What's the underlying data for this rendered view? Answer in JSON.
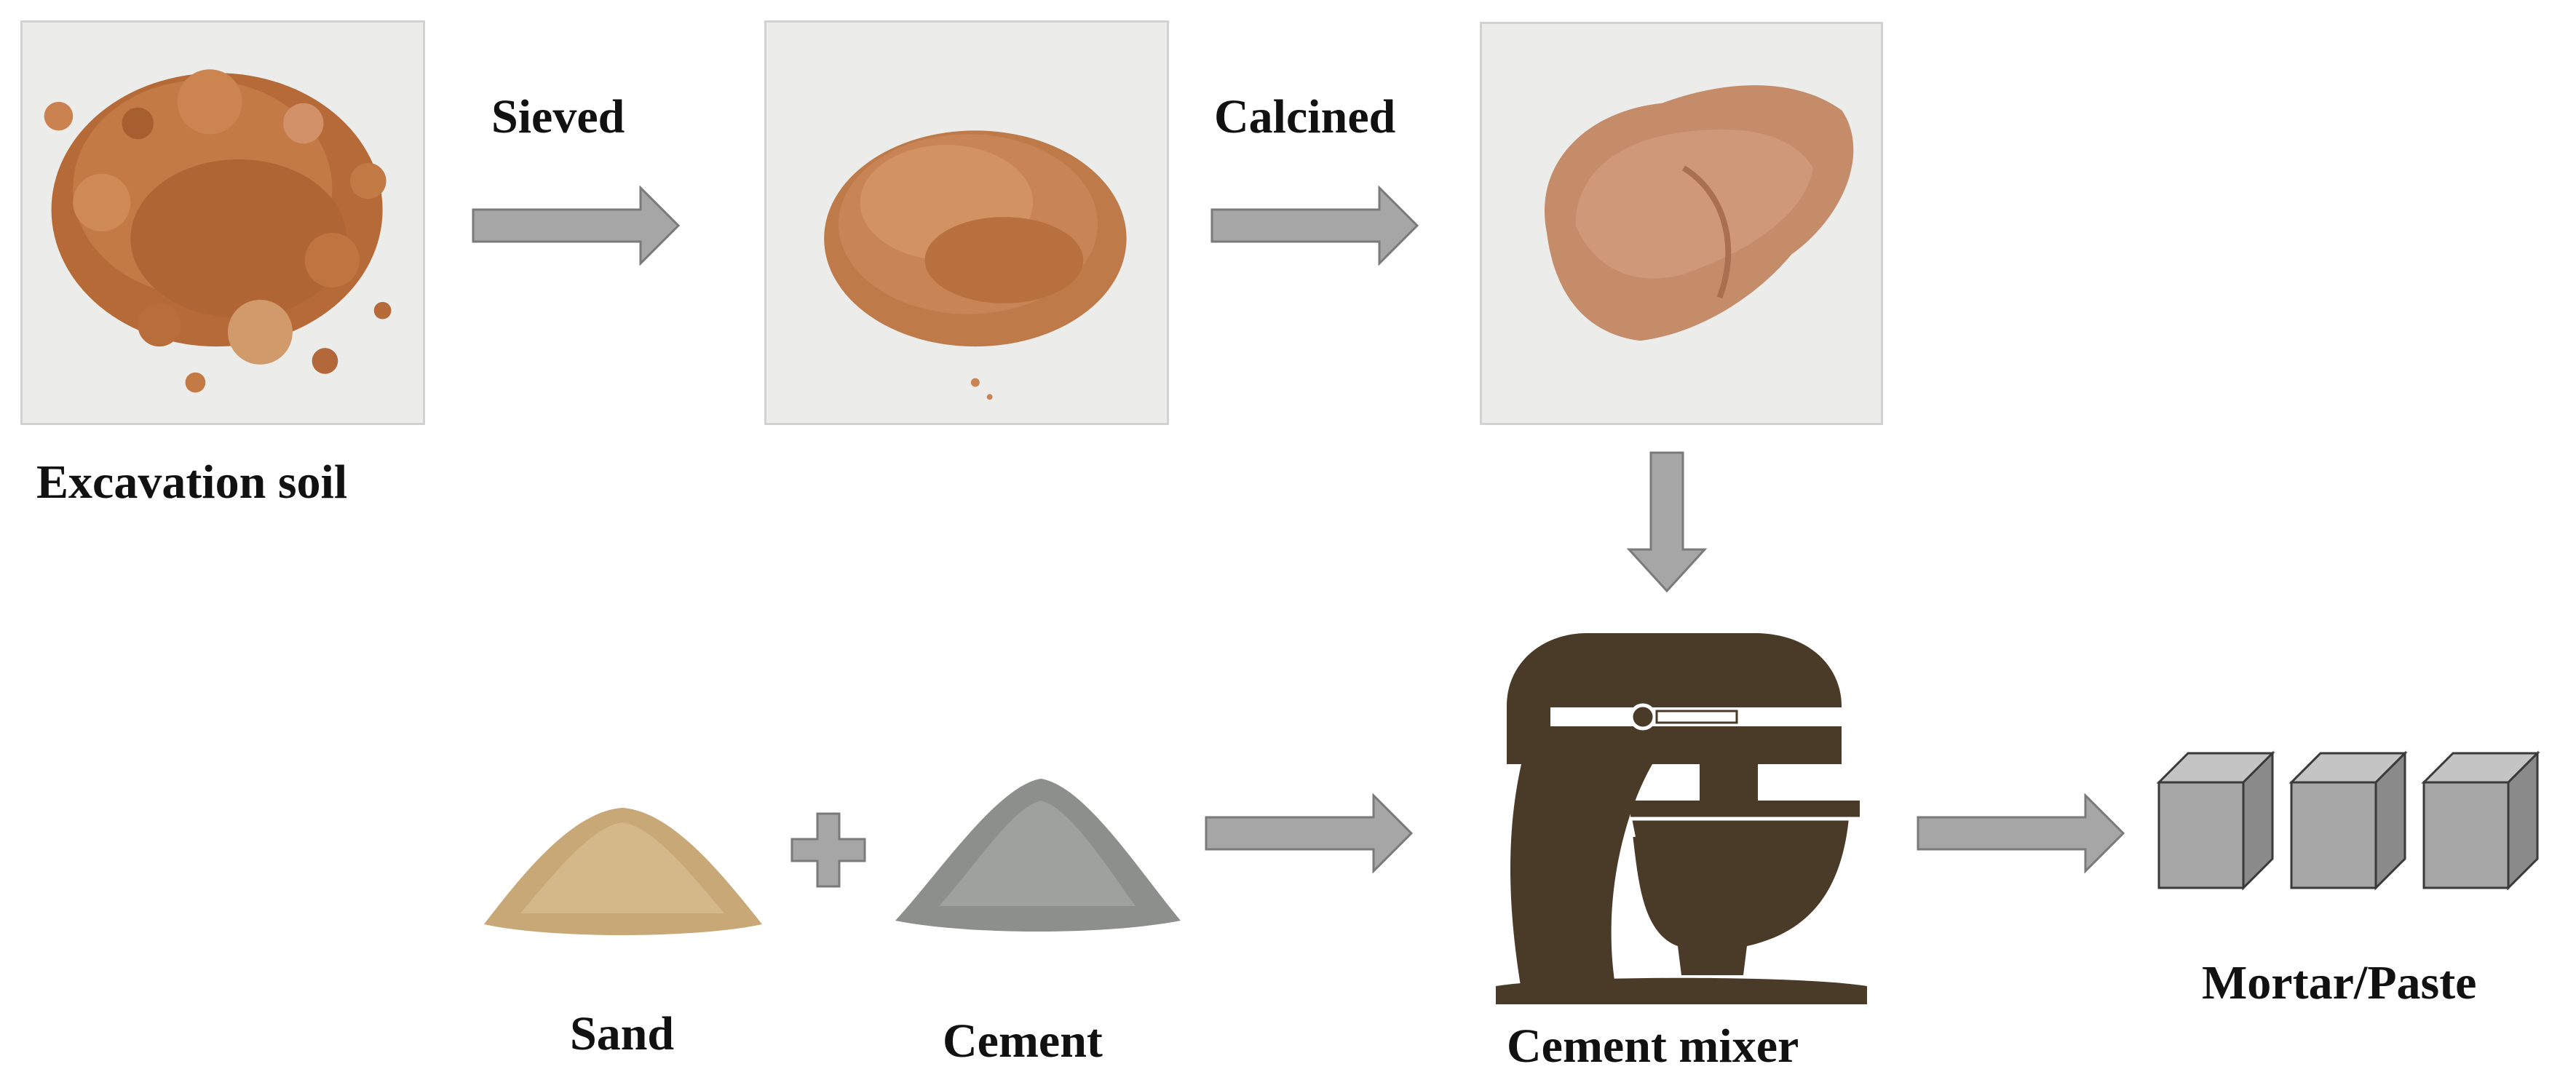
{
  "labels": {
    "excavation_soil": "Excavation soil",
    "sieved": "Sieved",
    "calcined": "Calcined",
    "sand": "Sand",
    "cement": "Cement",
    "cement_mixer": "Cement mixer",
    "mortar_paste": "Mortar/Paste"
  },
  "colors": {
    "arrow_fill": "#a6a6a6",
    "arrow_stroke": "#7a7a7a",
    "mixer": "#4a3a28",
    "soil_raw": "#c47a45",
    "soil_sieved": "#c88454",
    "soil_calcined": "#c58c6a",
    "sand": "#c8a877",
    "cement": "#8c8f8c",
    "cube_front": "#a6a6a6",
    "cube_top": "#c4c4c4",
    "cube_side": "#8a8a8a"
  }
}
